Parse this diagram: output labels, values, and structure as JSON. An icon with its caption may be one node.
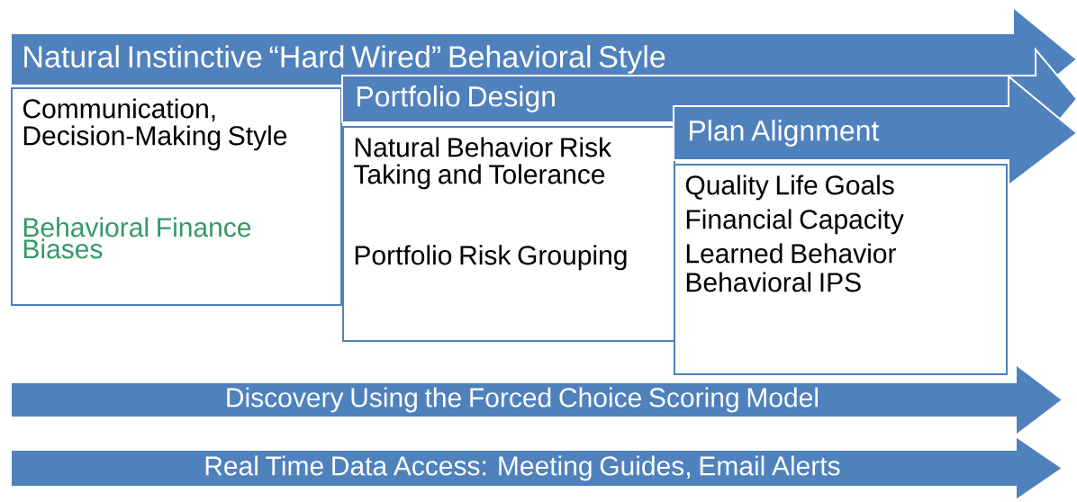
{
  "diagram": {
    "nodes": [
      {
        "text": [
          "Natural Instinctive “Hard Wired” Behavioral Style"
        ]
      },
      {
        "text": [
          "Communication, Decision-Making Style",
          "Behavioral Finance Biases"
        ]
      },
      {
        "text": [
          "Portfolio Design"
        ]
      },
      {
        "text": [
          "Natural Behavior Risk Taking and Tolerance",
          "Portfolio Risk Grouping"
        ]
      },
      {
        "text": [
          "Plan Alignment"
        ]
      },
      {
        "text": [
          "Quality Life Goals",
          "Financial Capacity",
          "Learned Behavior",
          "Behavioral IPS"
        ]
      },
      {
        "text": [
          "Discovery Using the Forced Choice Scoring Model"
        ]
      },
      {
        "text": [
          "Real Time Data Access: Meeting Guides, Email Alerts"
        ]
      }
    ]
  }
}
